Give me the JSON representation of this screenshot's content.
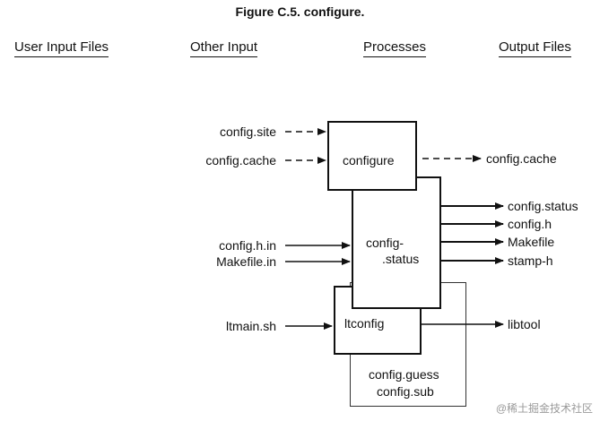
{
  "title": "Figure C.5. configure.",
  "columns": {
    "user_input": "User Input Files",
    "other_input": "Other Input",
    "processes": "Processes",
    "output": "Output Files"
  },
  "inputs": {
    "config_site": "config.site",
    "config_cache_in": "config.cache",
    "config_h_in": "config.h.in",
    "makefile_in": "Makefile.in",
    "ltmain_sh": "ltmain.sh"
  },
  "processes": {
    "configure": "configure",
    "config_status_line1": "config-",
    "config_status_line2": ".status",
    "ltconfig": "ltconfig",
    "config_guess": "config.guess",
    "config_sub": "config.sub"
  },
  "outputs": {
    "config_cache_out": "config.cache",
    "config_status": "config.status",
    "config_h": "config.h",
    "makefile": "Makefile",
    "stamp_h": "stamp-h",
    "libtool": "libtool"
  },
  "watermark": "@稀土掘金技术社区"
}
